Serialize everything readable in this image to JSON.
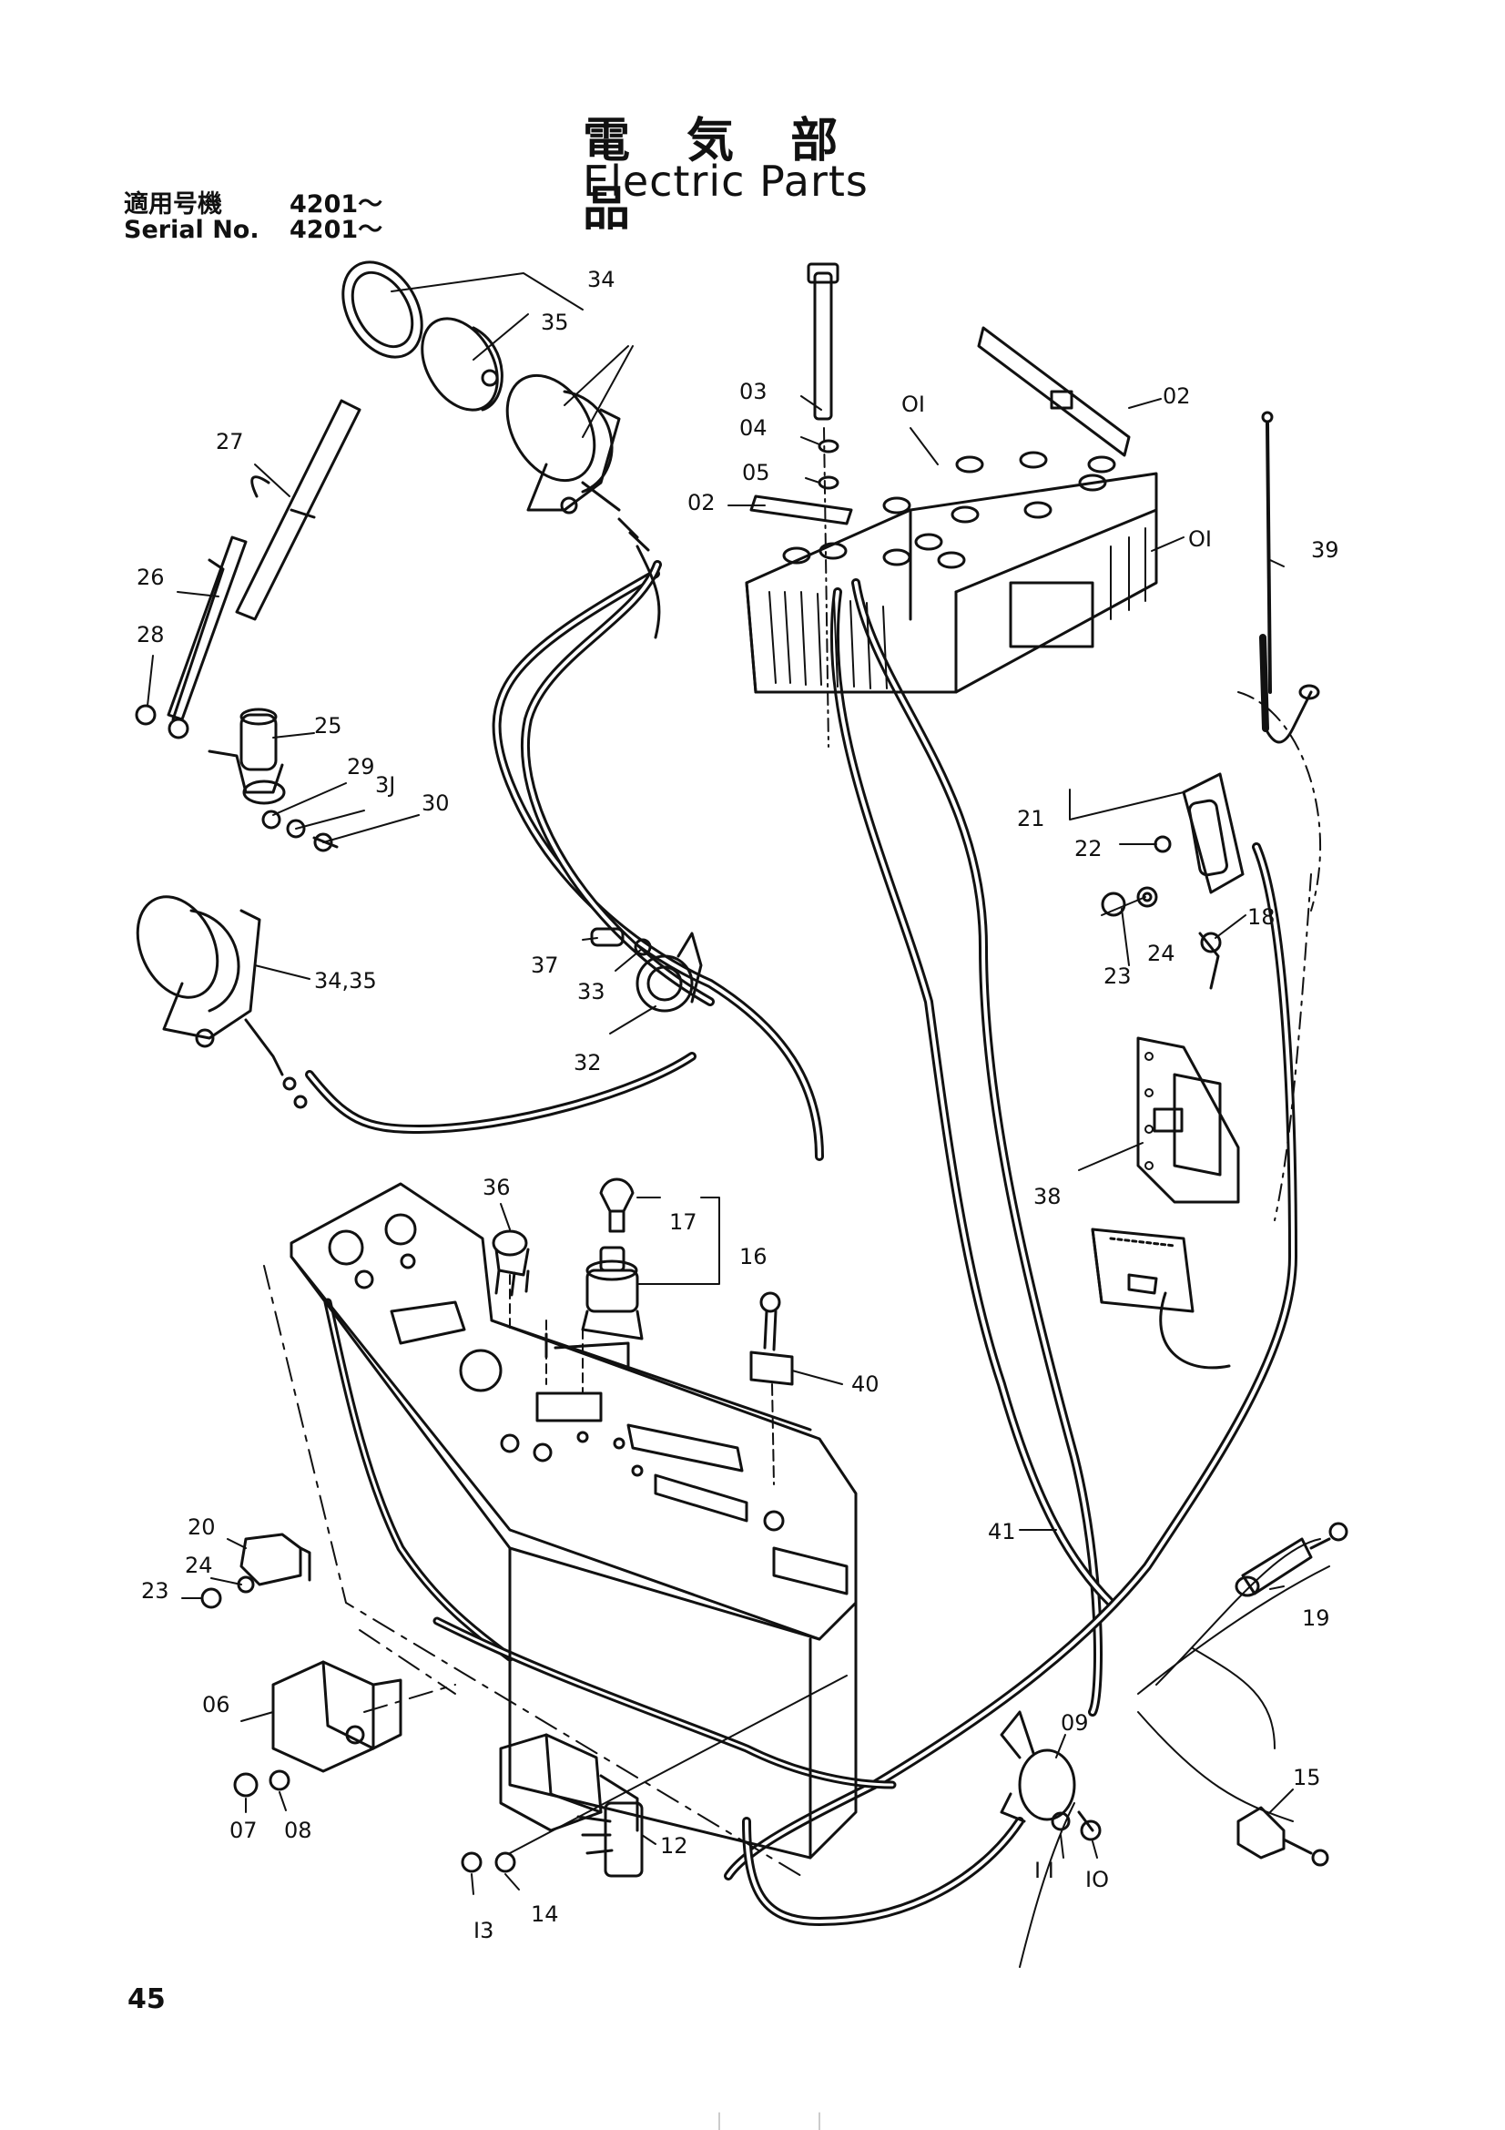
{
  "title_jp": "電 気 部 品",
  "title_en": "Electric Parts",
  "serial_lines": [
    {
      "label": "適用号機",
      "value": "4201～"
    },
    {
      "label": "Serial No.",
      "value": "4201～"
    }
  ],
  "page_number": "45",
  "callouts": [
    {
      "id": "c34a",
      "text": "34"
    },
    {
      "id": "c35a",
      "text": "35"
    },
    {
      "id": "c27",
      "text": "27"
    },
    {
      "id": "c26",
      "text": "26"
    },
    {
      "id": "c28",
      "text": "28"
    },
    {
      "id": "c25",
      "text": "25"
    },
    {
      "id": "c29",
      "text": "29"
    },
    {
      "id": "c31",
      "text": "3J"
    },
    {
      "id": "c30",
      "text": "30"
    },
    {
      "id": "c34b",
      "text": "34,35"
    },
    {
      "id": "c03",
      "text": "03"
    },
    {
      "id": "c04",
      "text": "04"
    },
    {
      "id": "c05",
      "text": "05"
    },
    {
      "id": "c02a",
      "text": "02"
    },
    {
      "id": "c01a",
      "text": "OI"
    },
    {
      "id": "c02b",
      "text": "02"
    },
    {
      "id": "c01b",
      "text": "OI"
    },
    {
      "id": "c39",
      "text": "39"
    },
    {
      "id": "c21",
      "text": "21"
    },
    {
      "id": "c22",
      "text": "22"
    },
    {
      "id": "c18",
      "text": "18"
    },
    {
      "id": "c24a",
      "text": "24"
    },
    {
      "id": "c23a",
      "text": "23"
    },
    {
      "id": "c37",
      "text": "37"
    },
    {
      "id": "c33",
      "text": "33"
    },
    {
      "id": "c32",
      "text": "32"
    },
    {
      "id": "c38",
      "text": "38"
    },
    {
      "id": "c36",
      "text": "36"
    },
    {
      "id": "c17",
      "text": "17"
    },
    {
      "id": "c16",
      "text": "16"
    },
    {
      "id": "c40",
      "text": "40"
    },
    {
      "id": "c20",
      "text": "20"
    },
    {
      "id": "c24b",
      "text": "24"
    },
    {
      "id": "c23b",
      "text": "23"
    },
    {
      "id": "c41",
      "text": "41"
    },
    {
      "id": "c19",
      "text": "19"
    },
    {
      "id": "c06",
      "text": "06"
    },
    {
      "id": "c07",
      "text": "07"
    },
    {
      "id": "c08",
      "text": "08"
    },
    {
      "id": "c09",
      "text": "09"
    },
    {
      "id": "c15",
      "text": "15"
    },
    {
      "id": "c12",
      "text": "12"
    },
    {
      "id": "c11",
      "text": "I I"
    },
    {
      "id": "c10",
      "text": "IO"
    },
    {
      "id": "c14",
      "text": "14"
    },
    {
      "id": "c13",
      "text": "I3"
    }
  ]
}
